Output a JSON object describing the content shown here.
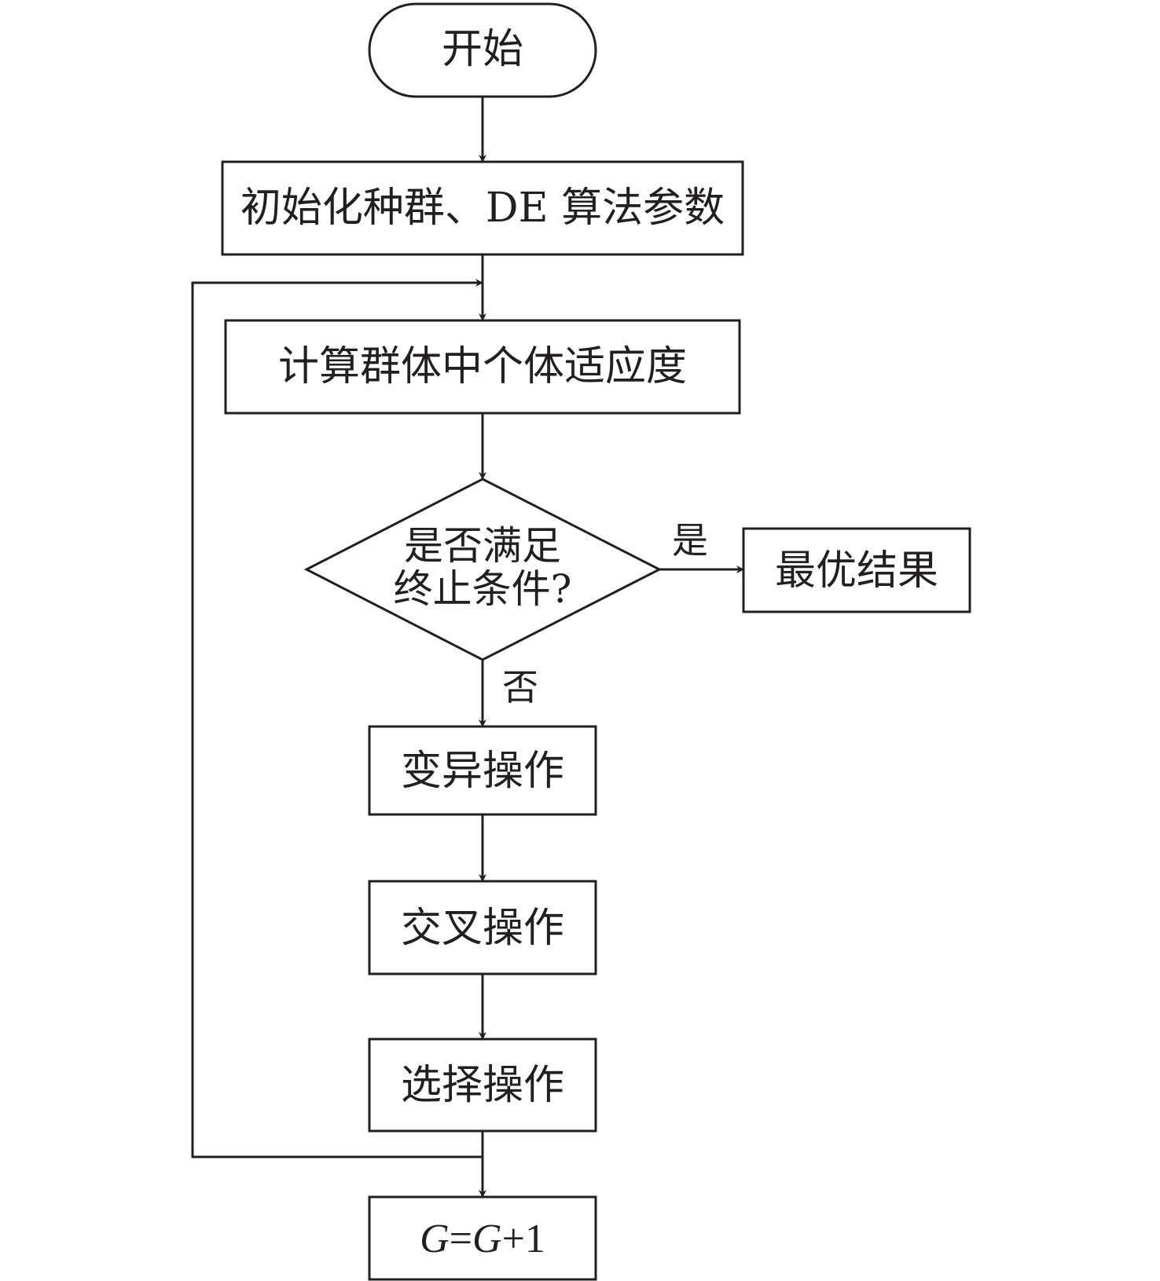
{
  "diagram": {
    "type": "flowchart",
    "nodes": [
      {
        "id": "start",
        "shape": "terminator",
        "label": "开始"
      },
      {
        "id": "init",
        "shape": "process",
        "label": "初始化种群、DE 算法参数"
      },
      {
        "id": "fitness",
        "shape": "process",
        "label": "计算群体中个体适应度"
      },
      {
        "id": "check",
        "shape": "decision",
        "label_lines": [
          "是否满足",
          "终止条件?"
        ]
      },
      {
        "id": "best",
        "shape": "process",
        "label": "最优结果"
      },
      {
        "id": "mutation",
        "shape": "process",
        "label": "变异操作"
      },
      {
        "id": "crossover",
        "shape": "process",
        "label": "交叉操作"
      },
      {
        "id": "selection",
        "shape": "process",
        "label": "选择操作"
      },
      {
        "id": "increment",
        "shape": "process",
        "label": "G=G+1",
        "label_parts": [
          "G",
          "=",
          "G",
          "+1"
        ]
      }
    ],
    "edges": [
      {
        "from": "start",
        "to": "init",
        "label": ""
      },
      {
        "from": "init",
        "to": "fitness",
        "label": ""
      },
      {
        "from": "fitness",
        "to": "check",
        "label": ""
      },
      {
        "from": "check",
        "to": "best",
        "label": "是"
      },
      {
        "from": "check",
        "to": "mutation",
        "label": "否"
      },
      {
        "from": "mutation",
        "to": "crossover",
        "label": ""
      },
      {
        "from": "crossover",
        "to": "selection",
        "label": ""
      },
      {
        "from": "selection",
        "to": "increment",
        "label": ""
      },
      {
        "from": "selection",
        "to": "fitness",
        "label": "",
        "note": "loop back"
      }
    ],
    "colors": {
      "stroke": "#231f20",
      "fill": "#ffffff",
      "text": "#231f20"
    }
  }
}
